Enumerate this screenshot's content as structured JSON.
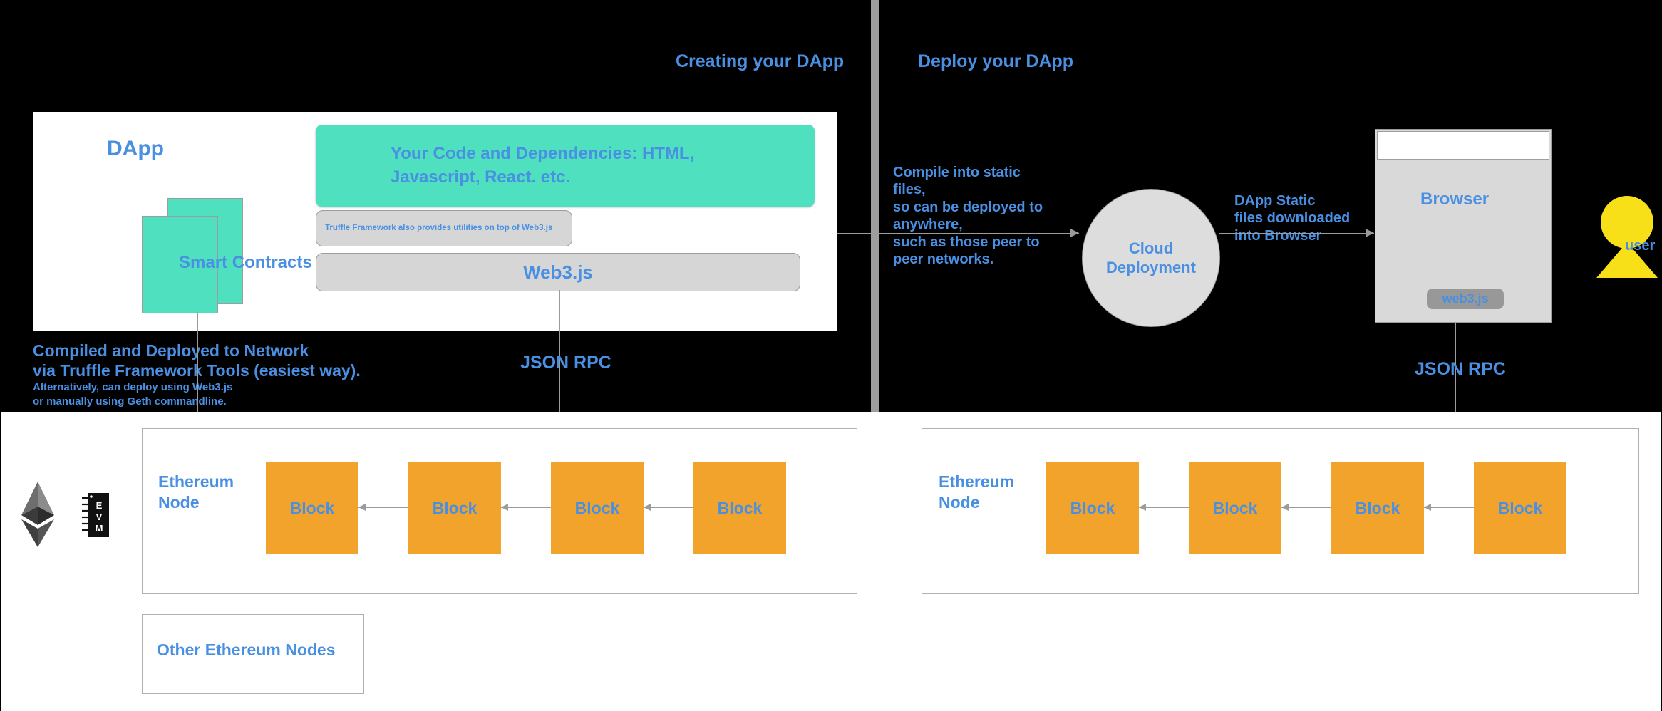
{
  "titles": {
    "creating": "Creating your DApp",
    "deploy": "Deploy your DApp"
  },
  "dapp": {
    "label": "DApp",
    "code_box": "Your Code and Dependencies: HTML,\nJavascript, React. etc.",
    "code_box_line1": "Your Code and Dependencies: HTML,",
    "code_box_line2": "Javascript, React. etc.",
    "truffle_note": "Truffle Framework also provides utilities on top of Web3.js",
    "web3_label": "Web3.js",
    "smart_contracts_label": "Smart Contracts"
  },
  "left_caption": {
    "line1": "Compiled and Deployed to Network",
    "line2": "via Truffle Framework Tools (easiest way).",
    "line3": "Alternatively, can deploy using Web3.js",
    "line4": "or manually using Geth commandline."
  },
  "deploy": {
    "compile_text_lines": [
      "Compile into static",
      "files,",
      "so can be deployed to",
      "anywhere,",
      "such as those peer to",
      "peer networks."
    ],
    "cloud_line1": "Cloud",
    "cloud_line2": "Deployment",
    "static_text_lines": [
      "DApp Static",
      "files downloaded",
      "into Browser"
    ],
    "browser_label": "Browser",
    "web3js_pill": "web3.js",
    "user_label": "user"
  },
  "connectors": {
    "json_rpc_left": "JSON RPC",
    "json_rpc_right": "JSON RPC"
  },
  "nodes": {
    "left_label_line1": "Ethereum",
    "left_label_line2": "Node",
    "right_label_line1": "Ethereum",
    "right_label_line2": "Node",
    "other_nodes_label": "Other Ethereum Nodes",
    "block_label": "Block",
    "blocks_left": [
      "Block",
      "Block",
      "Block",
      "Block"
    ],
    "blocks_right": [
      "Block",
      "Block",
      "Block",
      "Block"
    ],
    "evm_chip_letters": [
      "E",
      "V",
      "M"
    ]
  },
  "colors": {
    "accent_blue": "#4a90e2",
    "teal": "#4fe0bf",
    "block_orange": "#f2a32b",
    "panel_grey": "#d6d6d6",
    "user_yellow": "#f7e017",
    "background": "#000000"
  }
}
